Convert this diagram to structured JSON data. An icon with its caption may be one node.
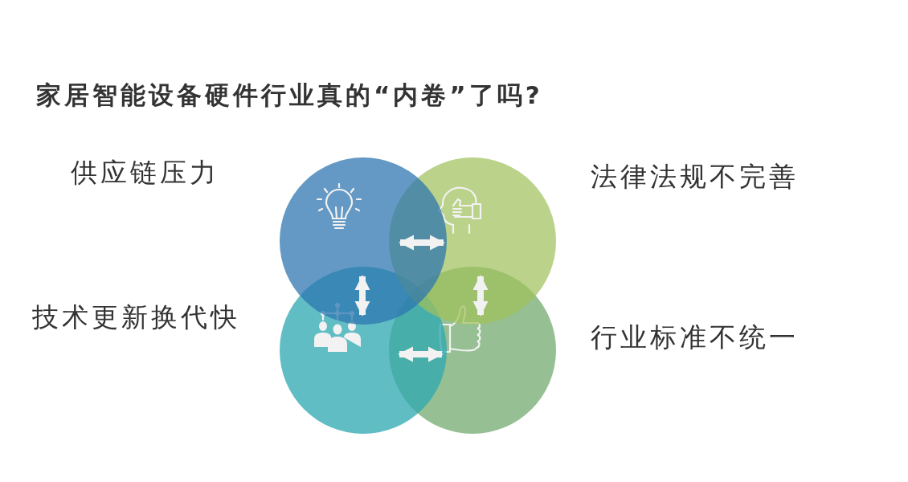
{
  "diagram": {
    "title": "家居智能设备硬件行业真的“内卷”了吗?",
    "nodes": [
      {
        "text": [],
        "shape": "circle"
      },
      {
        "text": [],
        "shape": "circle"
      },
      {
        "text": [],
        "shape": "circle"
      },
      {
        "text": [],
        "shape": "circle"
      }
    ],
    "edges": [
      {
        "from": 0,
        "to": 1,
        "arrow": "both"
      },
      {
        "from": 0,
        "to": 2,
        "arrow": "both"
      },
      {
        "from": 1,
        "to": 3,
        "arrow": "both"
      },
      {
        "from": 2,
        "to": 3,
        "arrow": "both"
      }
    ],
    "labels": [
      "供应链压力",
      "法律法规不完善",
      "技术更新换代快",
      "行业标准不统一"
    ]
  }
}
